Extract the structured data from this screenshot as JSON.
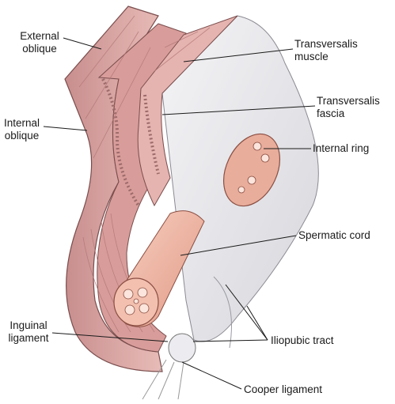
{
  "labels": {
    "external_oblique": [
      "External",
      "oblique"
    ],
    "internal_oblique": [
      "Internal",
      "oblique"
    ],
    "transversalis_muscle": [
      "Transversalis",
      "muscle"
    ],
    "transversalis_fascia": [
      "Transversalis",
      "fascia"
    ],
    "internal_ring": "Internal ring",
    "spermatic_cord": "Spermatic cord",
    "inguinal_ligament": [
      "Inguinal",
      "ligament"
    ],
    "iliopubic_tract": "Iliopubic tract",
    "cooper_ligament": "Cooper ligament"
  },
  "colors": {
    "muscle_outer": "#d9a3a3",
    "muscle_dark": "#b97a7a",
    "muscle_light": "#ecc6c2",
    "fascia": "#e6e6ea",
    "fascia_shadow": "#c8c8d0",
    "cord": "#eaa593",
    "cord_light": "#f6cbbd",
    "line": "#1a1a1a"
  }
}
